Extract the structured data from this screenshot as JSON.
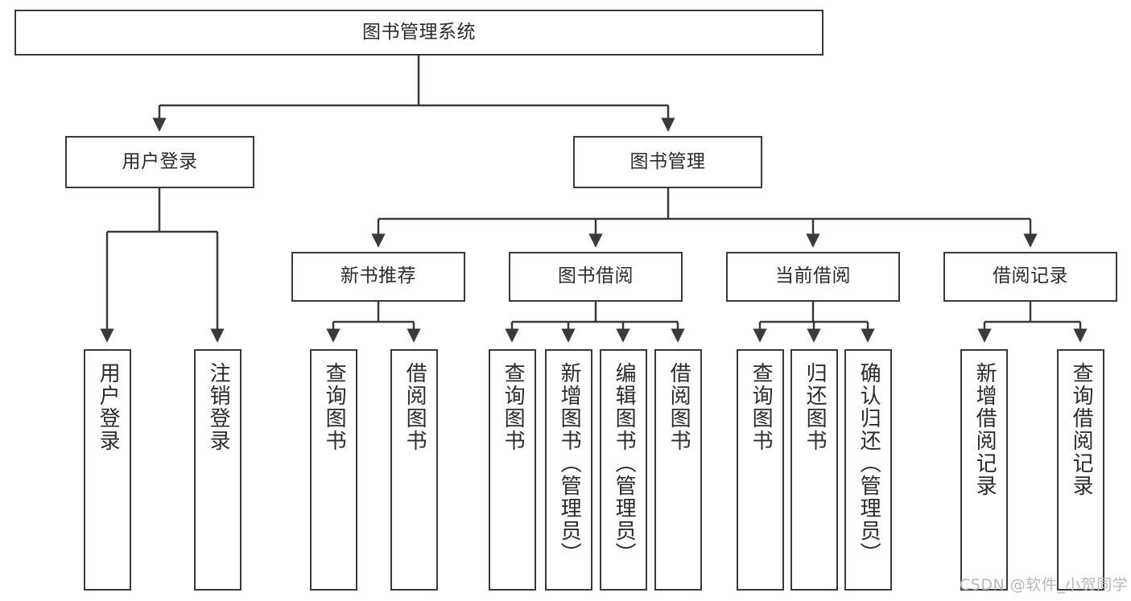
{
  "diagram": {
    "title": "图书管理系统",
    "watermark": "CSDN @软件_小贺同学",
    "colors": {
      "stroke": "#3a3a3a",
      "fill": "#ffffff",
      "text": "#2b2b2b",
      "watermark": "#b8b8b8"
    },
    "levels": {
      "root": {
        "label": "图书管理系统"
      },
      "level2": [
        {
          "id": "user-login",
          "label": "用户登录"
        },
        {
          "id": "book-management",
          "label": "图书管理"
        }
      ],
      "level3": [
        {
          "id": "new-book-recommend",
          "label": "新书推荐",
          "parent": "book-management"
        },
        {
          "id": "book-borrow",
          "label": "图书借阅",
          "parent": "book-management"
        },
        {
          "id": "current-borrow",
          "label": "当前借阅",
          "parent": "book-management"
        },
        {
          "id": "borrow-record",
          "label": "借阅记录",
          "parent": "book-management"
        }
      ],
      "leaves": [
        {
          "id": "leaf-user-login",
          "label": "用户登录",
          "parent": "user-login"
        },
        {
          "id": "leaf-user-logout",
          "label": "注销登录",
          "parent": "user-login"
        },
        {
          "id": "leaf-query-book-1",
          "label": "查询图书",
          "parent": "new-book-recommend"
        },
        {
          "id": "leaf-borrow-book-1",
          "label": "借阅图书",
          "parent": "new-book-recommend"
        },
        {
          "id": "leaf-query-book-2",
          "label": "查询图书",
          "parent": "book-borrow"
        },
        {
          "id": "leaf-add-book",
          "label": "新增图书（管理员）",
          "parent": "book-borrow"
        },
        {
          "id": "leaf-edit-book",
          "label": "编辑图书（管理员）",
          "parent": "book-borrow"
        },
        {
          "id": "leaf-borrow-book-2",
          "label": "借阅图书",
          "parent": "book-borrow"
        },
        {
          "id": "leaf-query-book-3",
          "label": "查询图书",
          "parent": "current-borrow"
        },
        {
          "id": "leaf-return-book",
          "label": "归还图书",
          "parent": "current-borrow"
        },
        {
          "id": "leaf-confirm-return",
          "label": "确认归还（管理员）",
          "parent": "current-borrow"
        },
        {
          "id": "leaf-add-record",
          "label": "新增借阅记录",
          "parent": "borrow-record"
        },
        {
          "id": "leaf-query-record",
          "label": "查询借阅记录",
          "parent": "borrow-record"
        }
      ]
    }
  }
}
